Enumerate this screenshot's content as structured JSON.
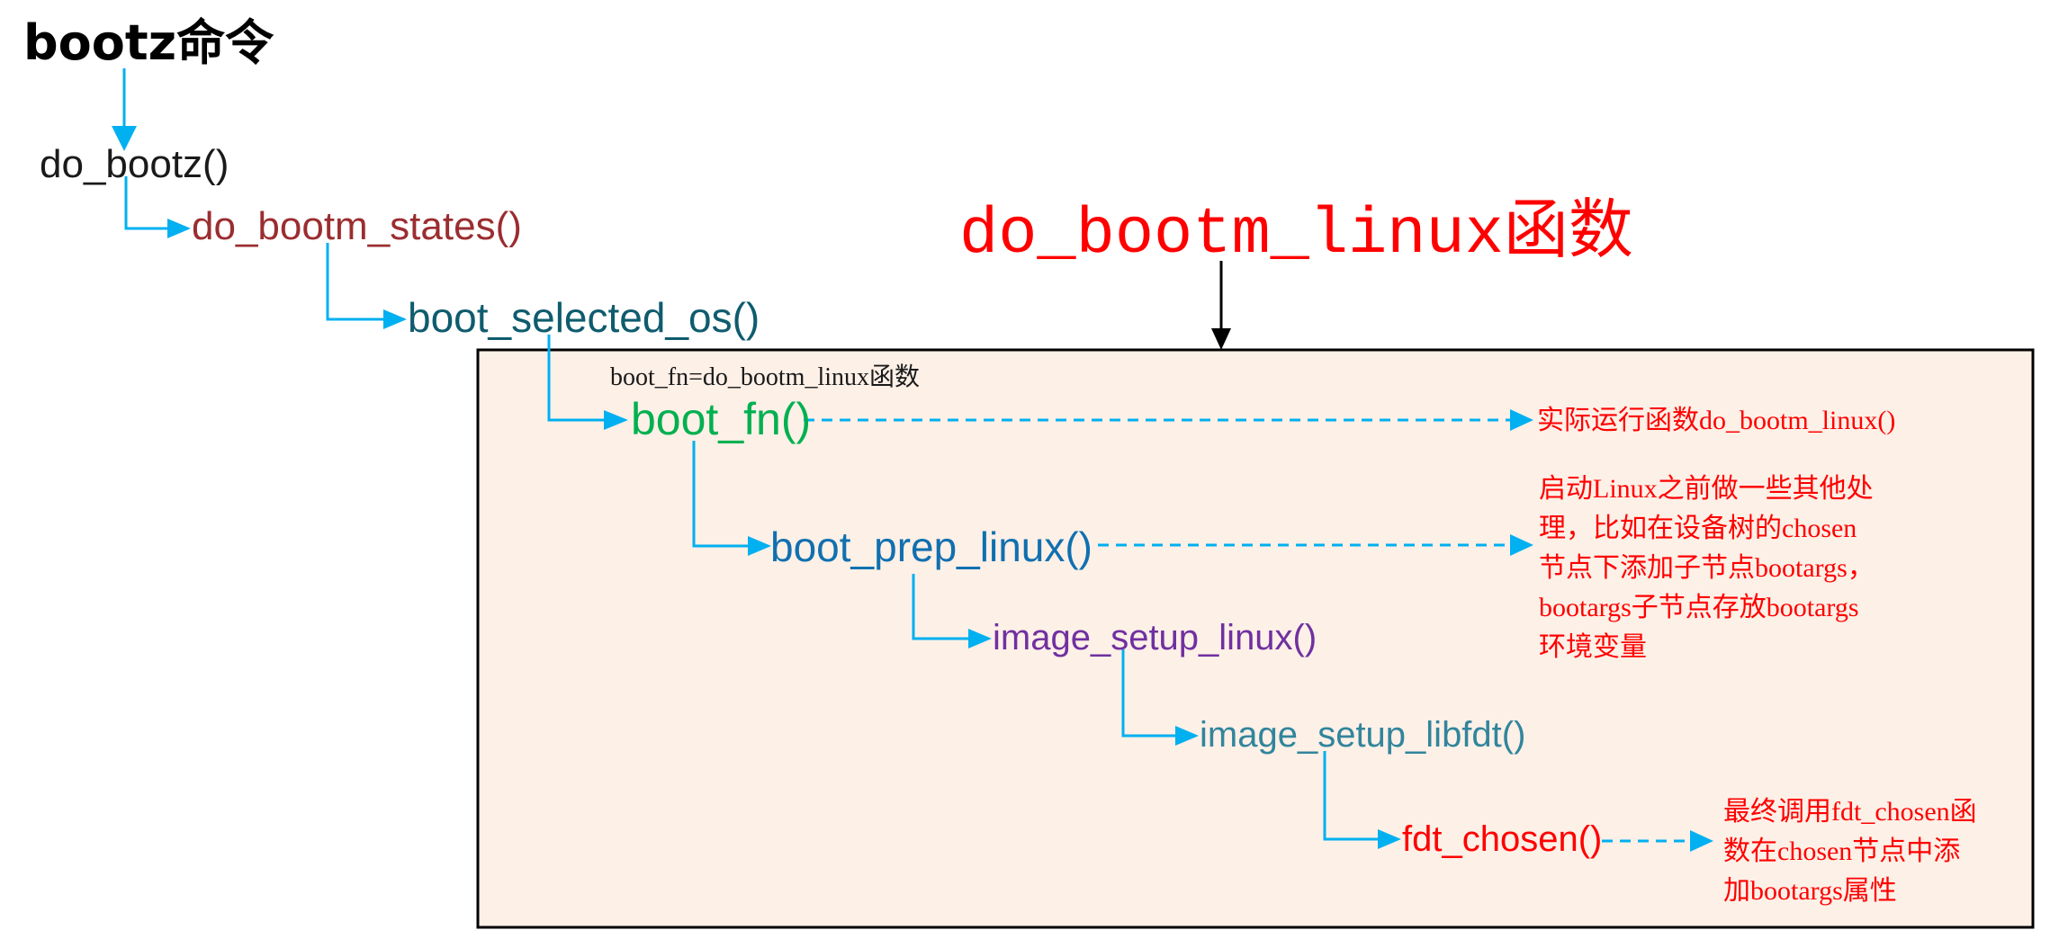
{
  "colors": {
    "connector": "#00b0f0",
    "box_fill": "#fdf0e7",
    "box_stroke": "#000000",
    "title_red": "#ff0000",
    "note_red": "#ff0000"
  },
  "header": {
    "command": "bootz命令"
  },
  "box_title": "do_bootm_linux函数",
  "box_label": "boot_fn=do_bootm_linux函数",
  "nodes": [
    {
      "id": "do_bootz",
      "label": "do_bootz()",
      "color": "#1a1a1a"
    },
    {
      "id": "do_bootm_states",
      "label": "do_bootm_states()",
      "color": "#9b2d30"
    },
    {
      "id": "boot_selected_os",
      "label": "boot_selected_os()",
      "color": "#0e5c6e"
    },
    {
      "id": "boot_fn",
      "label": "boot_fn()",
      "color": "#00b050"
    },
    {
      "id": "boot_prep_linux",
      "label": "boot_prep_linux()",
      "color": "#1070b0"
    },
    {
      "id": "image_setup_linux",
      "label": "image_setup_linux()",
      "color": "#7030a0"
    },
    {
      "id": "image_setup_libfdt",
      "label": "image_setup_libfdt()",
      "color": "#31859c"
    },
    {
      "id": "fdt_chosen",
      "label": "fdt_chosen()",
      "color": "#ff0000"
    }
  ],
  "notes": {
    "boot_fn": [
      "实际运行函数do_bootm_linux()"
    ],
    "boot_prep_linux": [
      "启动Linux之前做一些其他处",
      "理，比如在设备树的chosen",
      "节点下添加子节点bootargs，",
      "bootargs子节点存放bootargs",
      "环境变量"
    ],
    "fdt_chosen": [
      "最终调用fdt_chosen函",
      "数在chosen节点中添",
      "加bootargs属性"
    ]
  }
}
